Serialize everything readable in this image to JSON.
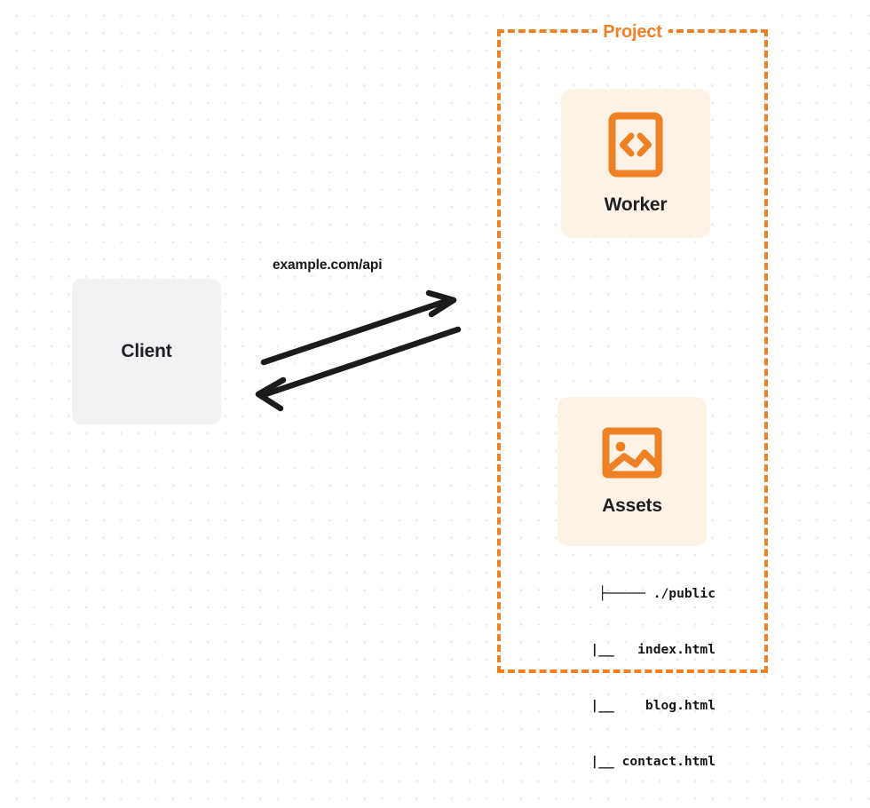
{
  "diagram": {
    "title": "Client to Cloudflare Worker and Assets request flow",
    "background": {
      "style": "dot-grid",
      "dot_color": "#E9E9EC",
      "page_color": "#FFFFFF"
    },
    "colors": {
      "accent_orange": "#EF8124",
      "card_cream": "#FDF2E6",
      "client_gray": "#F1F2F4",
      "text_dark": "#1F1F23",
      "arrow_black": "#1B1B1E"
    }
  },
  "client": {
    "label": "Client",
    "shape": "rounded-rect",
    "fill": "#F1F2F4"
  },
  "connection": {
    "label": "example.com/api",
    "direction": "bidirectional",
    "arrows": [
      {
        "name": "request-arrow",
        "from": "client",
        "to": "project",
        "points_right": true
      },
      {
        "name": "response-arrow",
        "from": "project",
        "to": "client",
        "points_left": true
      }
    ]
  },
  "project": {
    "title": "Project",
    "border_style": "dashed",
    "border_color": "#EF8124",
    "services": [
      {
        "id": "worker",
        "label": "Worker",
        "icon": "code-brackets-icon",
        "icon_color": "#EF8124",
        "fill": "#FDF2E6"
      },
      {
        "id": "assets",
        "label": "Assets",
        "icon": "image-icon",
        "icon_color": "#EF8124",
        "fill": "#FDF2E6"
      }
    ],
    "file_tree": {
      "rows": [
        "├───── ./public",
        "      |__   index.html",
        "      |__    blog.html",
        "      |__ contact.html"
      ],
      "lines": [
        {
          "prefix": "├─────",
          "name": "./public",
          "depth": 0
        },
        {
          "prefix": "|__",
          "name": "index.html",
          "depth": 1
        },
        {
          "prefix": "|__",
          "name": "blog.html",
          "depth": 1
        },
        {
          "prefix": "|__",
          "name": "contact.html",
          "depth": 1
        }
      ]
    }
  }
}
